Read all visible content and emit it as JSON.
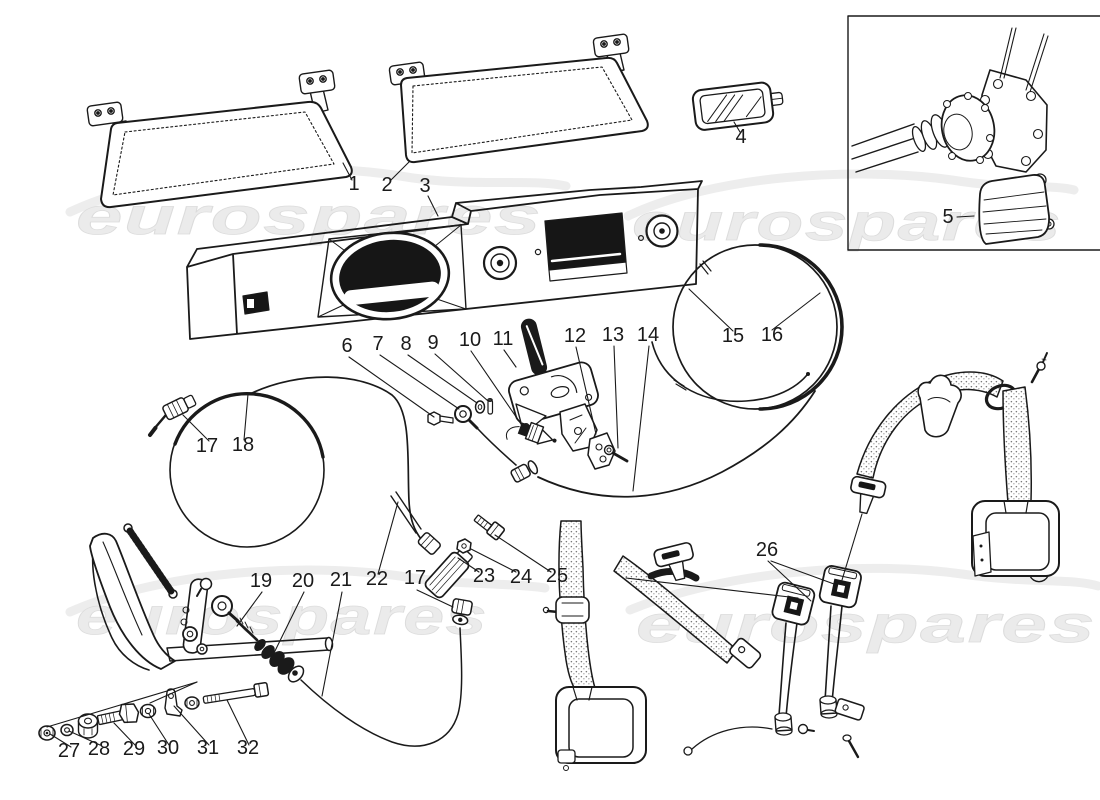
{
  "diagram": {
    "type": "exploded-parts-diagram",
    "subject": "sun visors, instrument panel, handbrake cables, pedal linkage and seat belts",
    "background": "#ffffff",
    "line_color": "#1a1a1a",
    "watermark": {
      "text": "eurospares",
      "color": "#ebebeb"
    },
    "callouts": {
      "n1": "1",
      "n2": "2",
      "n3": "3",
      "n4": "4",
      "n5": "5",
      "n6": "6",
      "n7": "7",
      "n8": "8",
      "n9": "9",
      "n10": "10",
      "n11": "11",
      "n12": "12",
      "n13": "13",
      "n14": "14",
      "n15": "15",
      "n16": "16",
      "n17": "17",
      "n18": "18",
      "n19": "19",
      "n20": "20",
      "n21": "21",
      "n22": "22",
      "n23": "23",
      "n24": "24",
      "n25": "25",
      "n26": "26",
      "n27": "27",
      "n28": "28",
      "n29": "29",
      "n30": "30",
      "n31": "31",
      "n32": "32"
    }
  }
}
